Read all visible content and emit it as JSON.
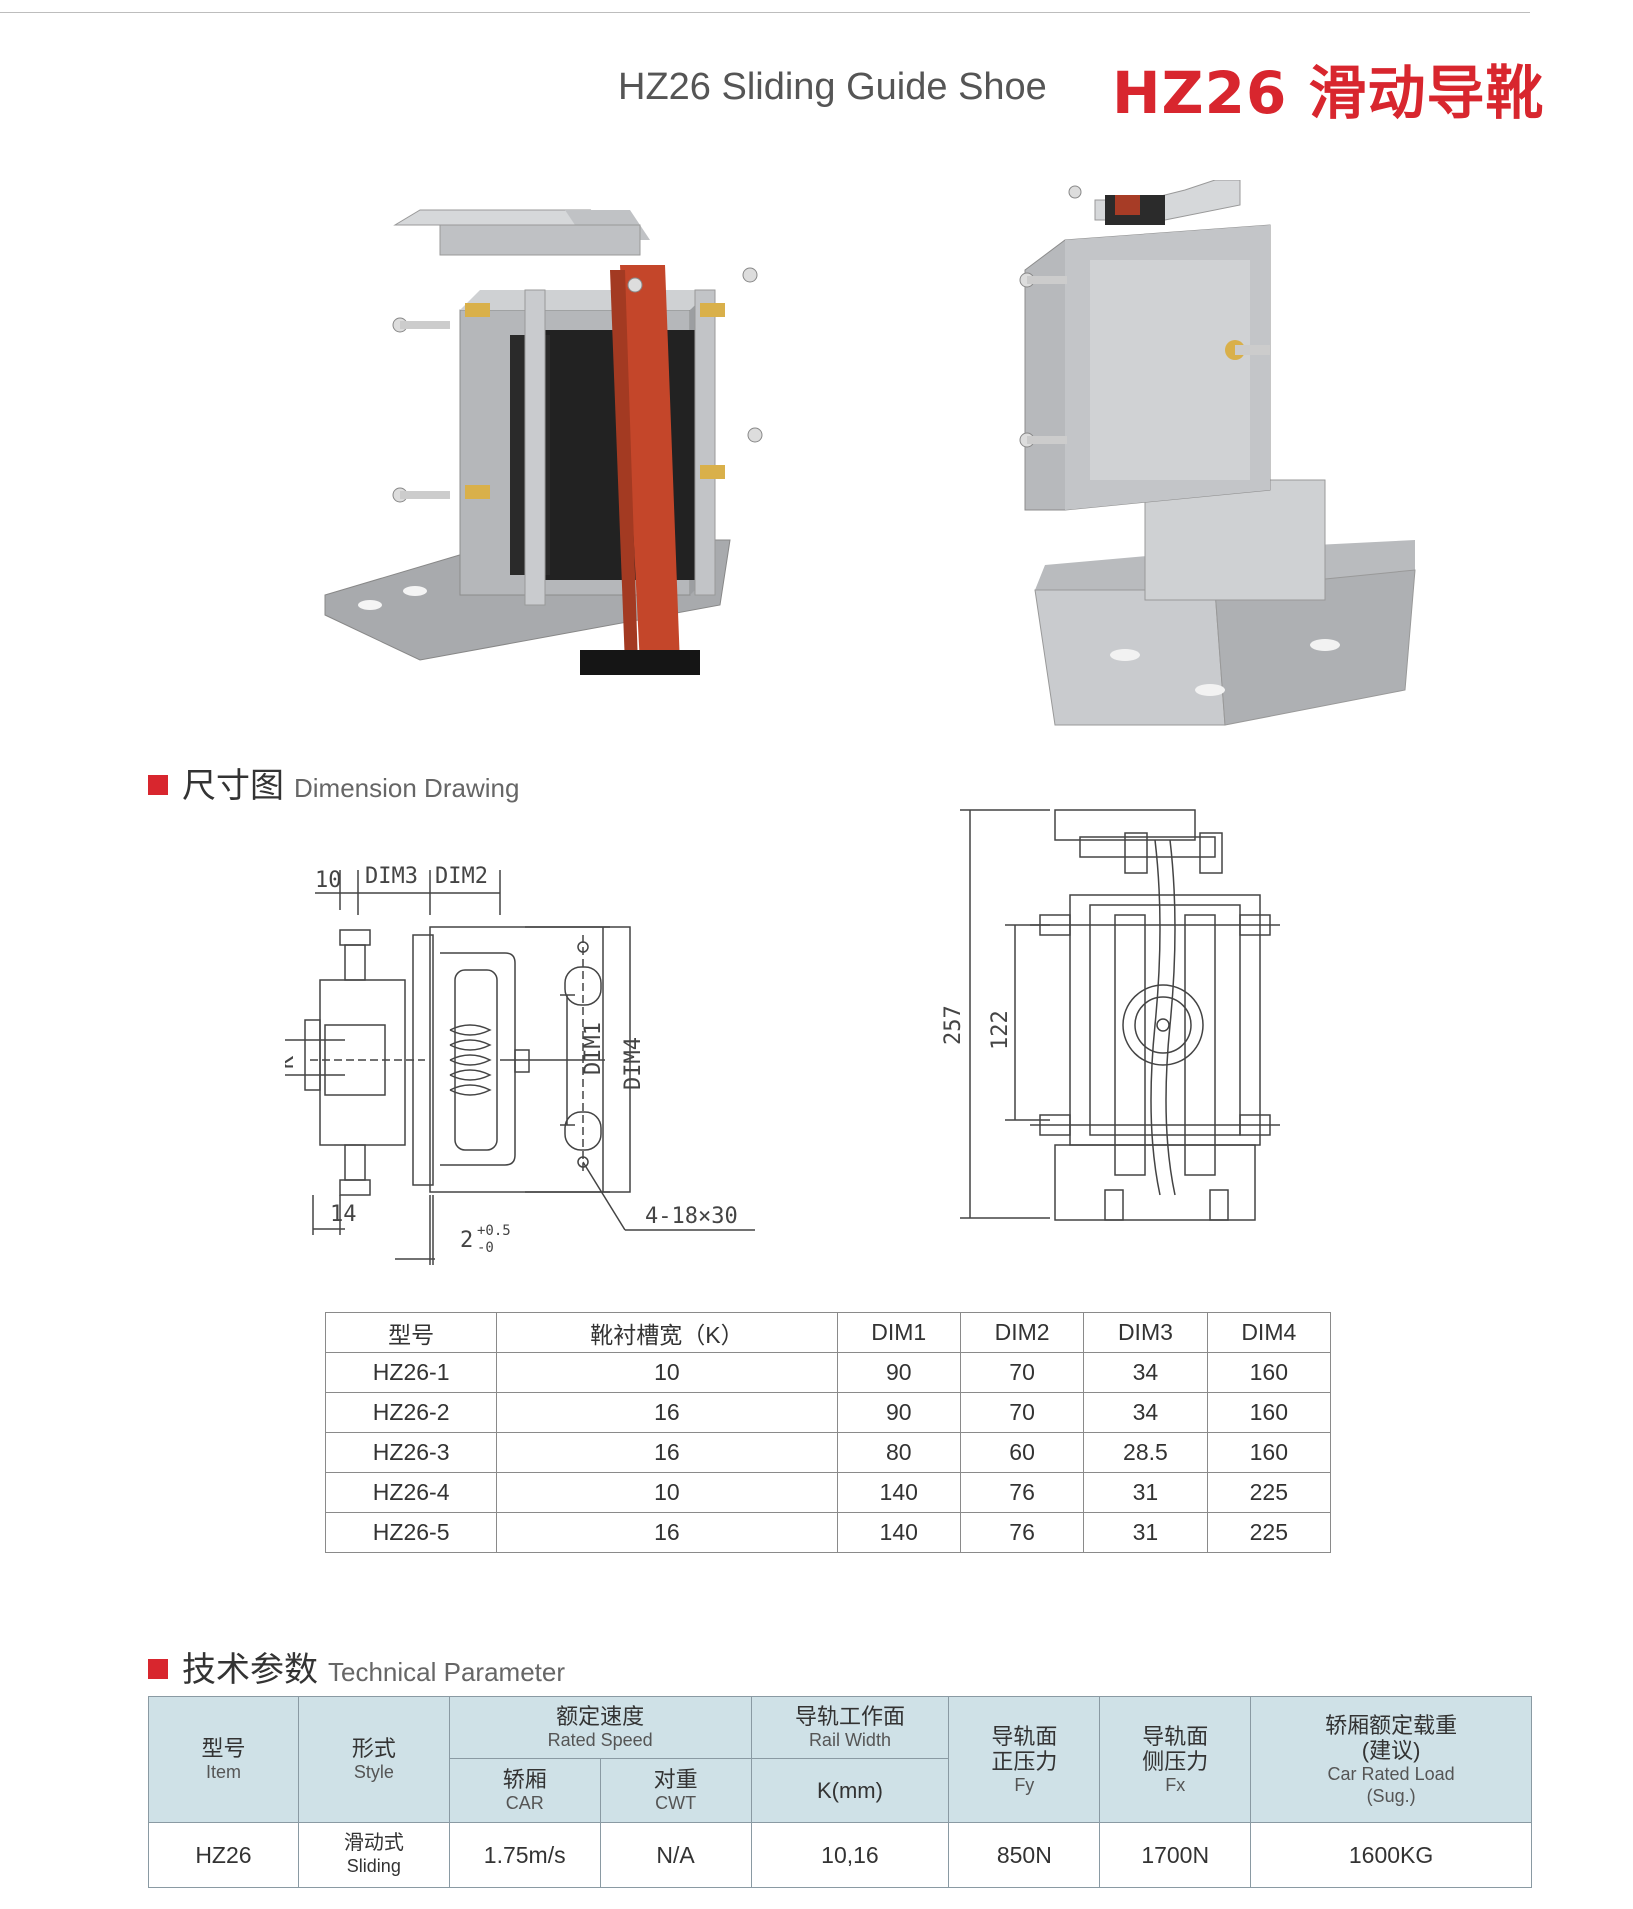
{
  "header": {
    "title_en": "HZ26 Sliding Guide Shoe",
    "title_cn": "HZ26 滑动导靴"
  },
  "sections": {
    "dimension": {
      "cn": "尺寸图",
      "en": "Dimension Drawing"
    },
    "technical": {
      "cn": "技术参数",
      "en": "Technical Parameter"
    }
  },
  "drawing": {
    "labels": {
      "d10": "10",
      "dim3": "DIM3",
      "dim2": "DIM2",
      "k": "K",
      "dim1": "DIM1",
      "dim4": "DIM4",
      "d14": "14",
      "tol_base": "2",
      "tol_plus": "+0.5",
      "tol_minus": "-0",
      "holes": "4-18×30",
      "h257": "257",
      "h122": "122"
    }
  },
  "dim_table": {
    "headers": [
      "型号",
      "靴衬槽宽（K）",
      "DIM1",
      "DIM2",
      "DIM3",
      "DIM4"
    ],
    "rows": [
      [
        "HZ26-1",
        "10",
        "90",
        "70",
        "34",
        "160"
      ],
      [
        "HZ26-2",
        "16",
        "90",
        "70",
        "34",
        "160"
      ],
      [
        "HZ26-3",
        "16",
        "80",
        "60",
        "28.5",
        "160"
      ],
      [
        "HZ26-4",
        "10",
        "140",
        "76",
        "31",
        "225"
      ],
      [
        "HZ26-5",
        "16",
        "140",
        "76",
        "31",
        "225"
      ]
    ]
  },
  "tech_table": {
    "item": {
      "cn": "型号",
      "en": "Item"
    },
    "style": {
      "cn": "形式",
      "en": "Style"
    },
    "speed": {
      "cn": "额定速度",
      "en": "Rated Speed"
    },
    "car": {
      "cn": "轿厢",
      "en": "CAR"
    },
    "cwt": {
      "cn": "对重",
      "en": "CWT"
    },
    "rail": {
      "cn": "导轨工作面",
      "en": "Rail Width"
    },
    "k": "K(mm)",
    "fy": {
      "cn1": "导轨面",
      "cn2": "正压力",
      "en": "Fy"
    },
    "fx": {
      "cn1": "导轨面",
      "cn2": "侧压力",
      "en": "Fx"
    },
    "load": {
      "cn1": "轿厢额定载重",
      "cn2": "(建议)",
      "en1": "Car Rated Load",
      "en2": "(Sug.)"
    },
    "row": {
      "item": "HZ26",
      "style_cn": "滑动式",
      "style_en": "Sliding",
      "car": "1.75m/s",
      "cwt": "N/A",
      "k": "10,16",
      "fy": "850N",
      "fx": "1700N",
      "load": "1600KG"
    }
  }
}
